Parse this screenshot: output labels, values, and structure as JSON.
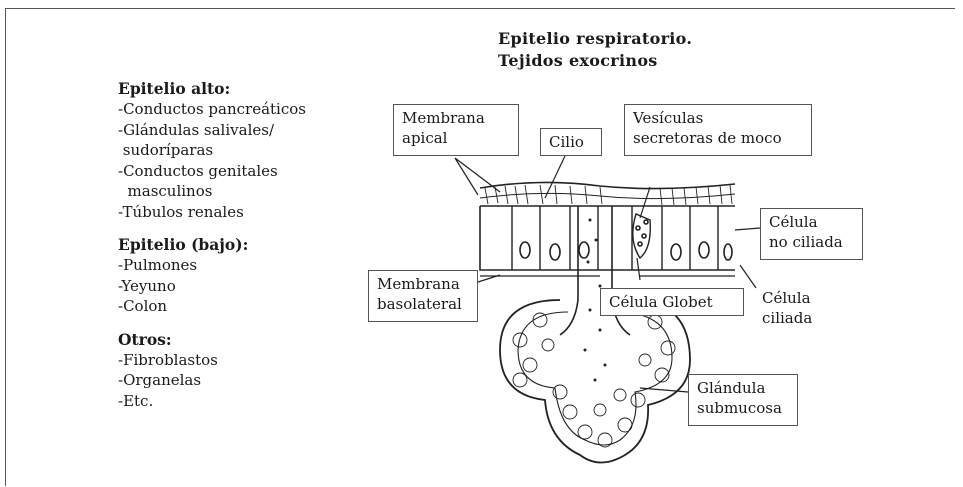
{
  "title": {
    "line1": "Epitelio respiratorio.",
    "line2": "Tejidos exocrinos"
  },
  "left_panel": {
    "sections": [
      {
        "heading": "Epitelio alto:",
        "items": [
          "-Conductos pancreáticos",
          "-Glándulas salivales/",
          " sudoríparas",
          "-Conductos genitales",
          "  masculinos",
          "-Túbulos renales"
        ]
      },
      {
        "heading": "Epitelio (bajo):",
        "items": [
          "-Pulmones",
          "-Yeyuno",
          "-Colon"
        ]
      },
      {
        "heading": "Otros:",
        "items": [
          "-Fibroblastos",
          "-Organelas",
          "-Etc."
        ]
      }
    ]
  },
  "labels": {
    "membrana_apical": "Membrana\napical",
    "cilio": "Cilio",
    "vesiculas": "Vesículas\nsecretoras de moco",
    "celula_no_ciliada": "Célula\nno ciliada",
    "membrana_basolateral": "Membrana\nbasolateral",
    "celula_globet": "Célula Globet",
    "celula_ciliada": "Célula\nciliada",
    "glandula_submucosa": "Glándula\nsubmucosa"
  }
}
